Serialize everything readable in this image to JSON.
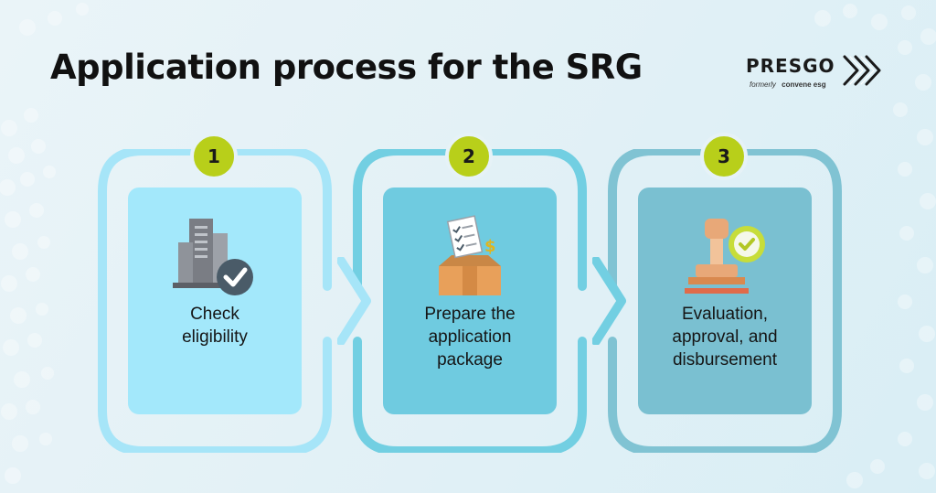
{
  "title": "Application process for the SRG",
  "brand": {
    "name": "PRESGO",
    "formerly_text": "formerly",
    "former_name": "convene esg"
  },
  "steps": [
    {
      "number": "1",
      "label_lines": [
        "Check",
        "eligibility"
      ],
      "icon": "building-check-icon",
      "frame_color": "#a6e5f8",
      "card_color": "#a3e8fb"
    },
    {
      "number": "2",
      "label_lines": [
        "Prepare the",
        "application",
        "package"
      ],
      "icon": "document-box-icon",
      "frame_color": "#72cfe2",
      "card_color": "#6fcbe0"
    },
    {
      "number": "3",
      "label_lines": [
        "Evaluation,",
        "approval, and",
        "disbursement"
      ],
      "icon": "stamp-check-icon",
      "frame_color": "#80c3d3",
      "card_color": "#7ac0d1"
    }
  ],
  "colors": {
    "badge": "#b8cf1a",
    "text": "#151515"
  }
}
